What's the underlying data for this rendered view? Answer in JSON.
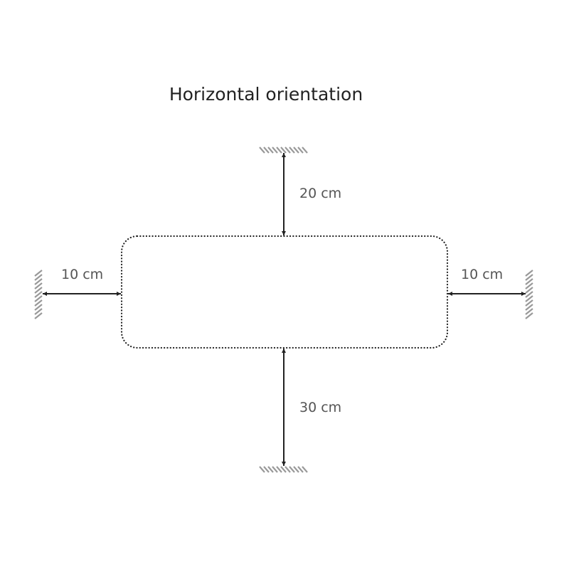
{
  "title": "Horizontal orientation",
  "clearances": {
    "top": "20 cm",
    "bottom": "30 cm",
    "left": "10 cm",
    "right": "10 cm"
  },
  "colors": {
    "arrow": "#222222",
    "hatch": "#999999",
    "outline": "#222222",
    "label": "#555555"
  }
}
